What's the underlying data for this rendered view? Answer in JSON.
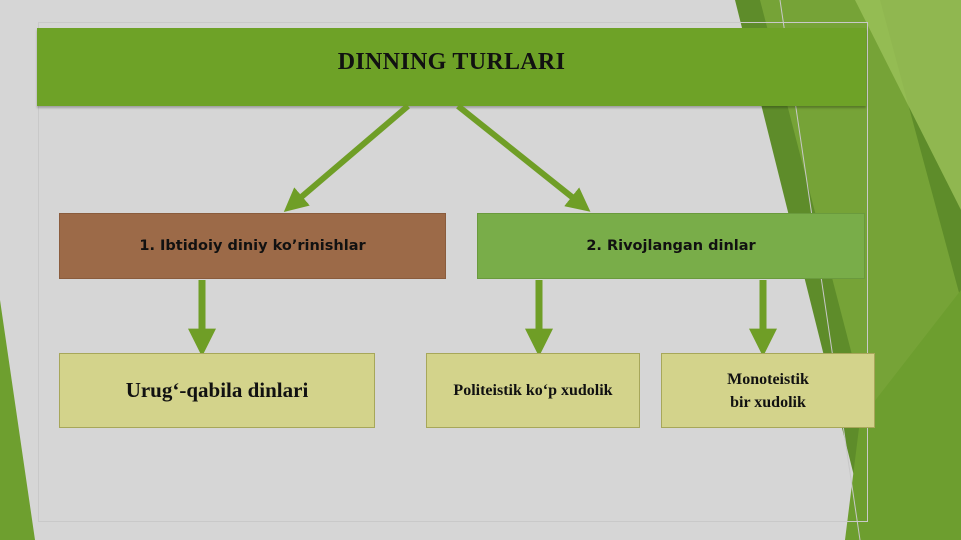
{
  "slide": {
    "title": "DINNING TURLARI",
    "categories": [
      {
        "label": "1. Ibtidoiy diniy ko’rinishlar"
      },
      {
        "label": "2. Rivojlangan dinlar"
      }
    ],
    "leaves": [
      {
        "label": "Urug‘-qabila dinlari"
      },
      {
        "label": "Politeistik ko‘p xudolik"
      },
      {
        "label_line1": "Monoteistik",
        "label_line2": "bir xudolik"
      }
    ]
  },
  "colors": {
    "title_bar": "#6ea227",
    "category_brown": "#9c6a48",
    "category_green": "#79ad49",
    "leaf_fill": "#d3d38b",
    "arrow": "#6f9e26"
  }
}
